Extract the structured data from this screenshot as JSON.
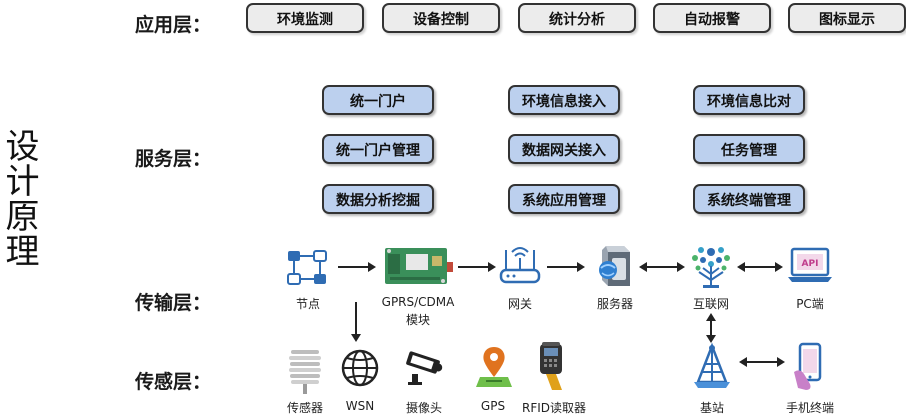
{
  "side_title": "设计原理",
  "layers": {
    "application": "应用层：",
    "service": "服务层：",
    "transport": "传输层：",
    "sensing": "传感层："
  },
  "application_items": [
    "环境监测",
    "设备控制",
    "统计分析",
    "自动报警",
    "图标显示"
  ],
  "service_items": [
    "统一门户",
    "环境信息接入",
    "环境信息比对",
    "统一门户管理",
    "数据网关接入",
    "任务管理",
    "数据分析挖掘",
    "系统应用管理",
    "系统终端管理"
  ],
  "transport_nodes": {
    "node": "节点",
    "gprs": "GPRS/CDMA",
    "gprs_sub": "模块",
    "gateway": "网关",
    "server": "服务器",
    "internet": "互联网",
    "pc": "PC端"
  },
  "pc_screen_text": "API",
  "sensing_nodes": {
    "sensor": "传感器",
    "wsn": "WSN",
    "camera": "摄像头",
    "gps": "GPS",
    "rfid": "RFID读取器",
    "base_station": "基站",
    "mobile": "手机终端"
  },
  "colors": {
    "service_pill": "#bcd0ee",
    "app_pill": "#ececec",
    "icon_blue": "#2f6cb3",
    "icon_green": "#3a8f5a"
  }
}
